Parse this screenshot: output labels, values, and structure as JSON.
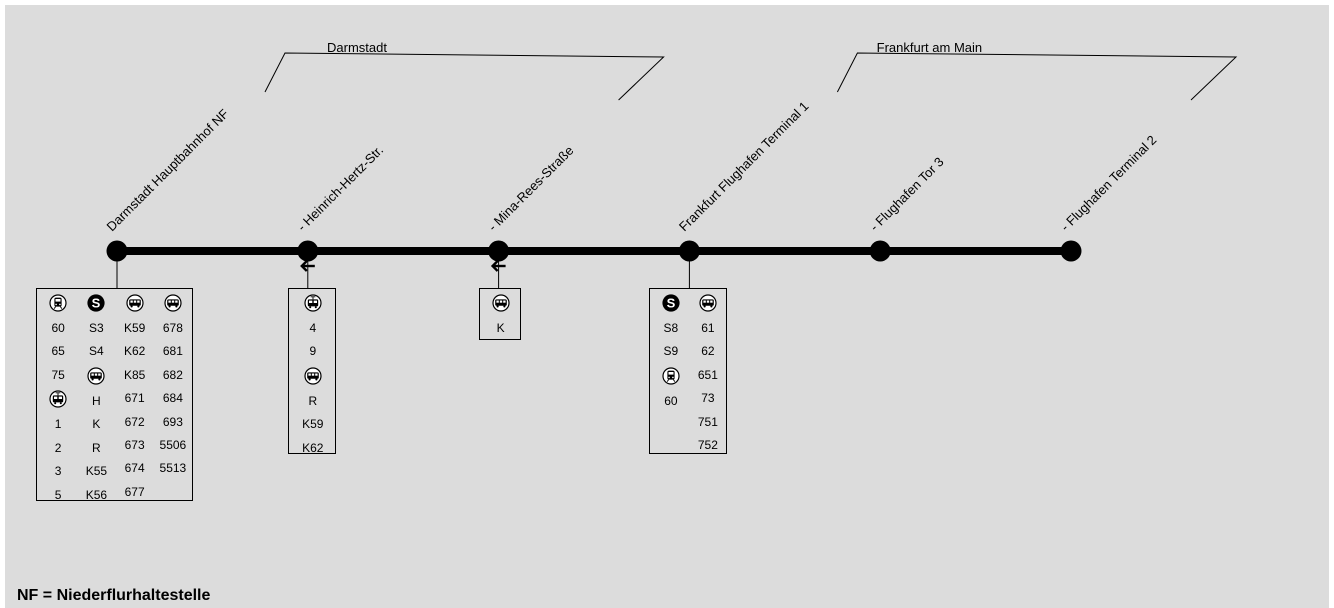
{
  "regions": [
    {
      "name": "Darmstadt"
    },
    {
      "name": "Frankfurt am Main"
    }
  ],
  "stations": [
    {
      "name": "Darmstadt Hauptbahnhof NF",
      "one_direction": false,
      "connections": [
        [
          "train-icon",
          "60",
          "65",
          "75",
          "tram-icon",
          "1",
          "2",
          "3",
          "5"
        ],
        [
          "s-bahn-icon",
          "S3",
          "S4",
          "bus-icon",
          "H",
          "K",
          "R",
          "K55",
          "K56"
        ],
        [
          "bus-icon",
          "K59",
          "K62",
          "K85",
          "671",
          "672",
          "673",
          "674",
          "677"
        ],
        [
          "bus-icon",
          "678",
          "681",
          "682",
          "684",
          "693",
          "5506",
          "5513"
        ]
      ]
    },
    {
      "name": "- Heinrich-Hertz-Str.",
      "one_direction": true,
      "connections": [
        [
          "tram-icon",
          "4",
          "9",
          "bus-icon",
          "R",
          "K59",
          "K62"
        ]
      ]
    },
    {
      "name": "- Mina-Rees-Straße",
      "one_direction": true,
      "connections": [
        [
          "bus-icon",
          "K"
        ]
      ]
    },
    {
      "name": "Frankfurt Flughafen Terminal 1",
      "one_direction": false,
      "connections": [
        [
          "s-bahn-icon",
          "S8",
          "S9",
          "train-icon",
          "60"
        ],
        [
          "bus-icon",
          "61",
          "62",
          "651",
          "73",
          "751",
          "752"
        ]
      ]
    },
    {
      "name": "- Flughafen Tor 3",
      "one_direction": false,
      "connections": []
    },
    {
      "name": "- Flughafen Terminal 2",
      "one_direction": false,
      "connections": []
    }
  ],
  "footnote": "NF = Niederflurhaltestelle",
  "colors": {
    "background": "#dcdcdc",
    "line": "#000000"
  }
}
